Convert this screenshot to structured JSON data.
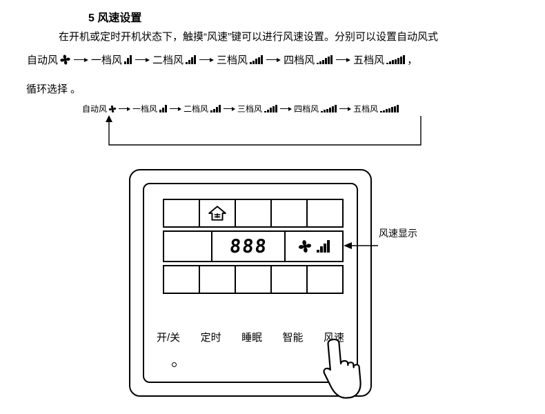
{
  "page": {
    "title": "5 风速设置"
  },
  "paragraph": {
    "line1": "在开机或定时开机状态下，触摸“风速”键可以进行风速设置。分别可以设置自动风式",
    "auto_label": "自动风",
    "levels": [
      "一档风",
      "二档风",
      "三档风",
      "四档风",
      "五档风"
    ],
    "comma": "，",
    "line3": "循环选择 。"
  },
  "flow": {
    "auto_label": "自动风",
    "levels": [
      "一档风",
      "二档风",
      "三档风",
      "四档风",
      "五档风"
    ]
  },
  "panel": {
    "display": {
      "digits": "888",
      "callout": "风速显示"
    },
    "buttons": [
      "开/关",
      "定时",
      "睡眠",
      "智能",
      "风速"
    ]
  }
}
